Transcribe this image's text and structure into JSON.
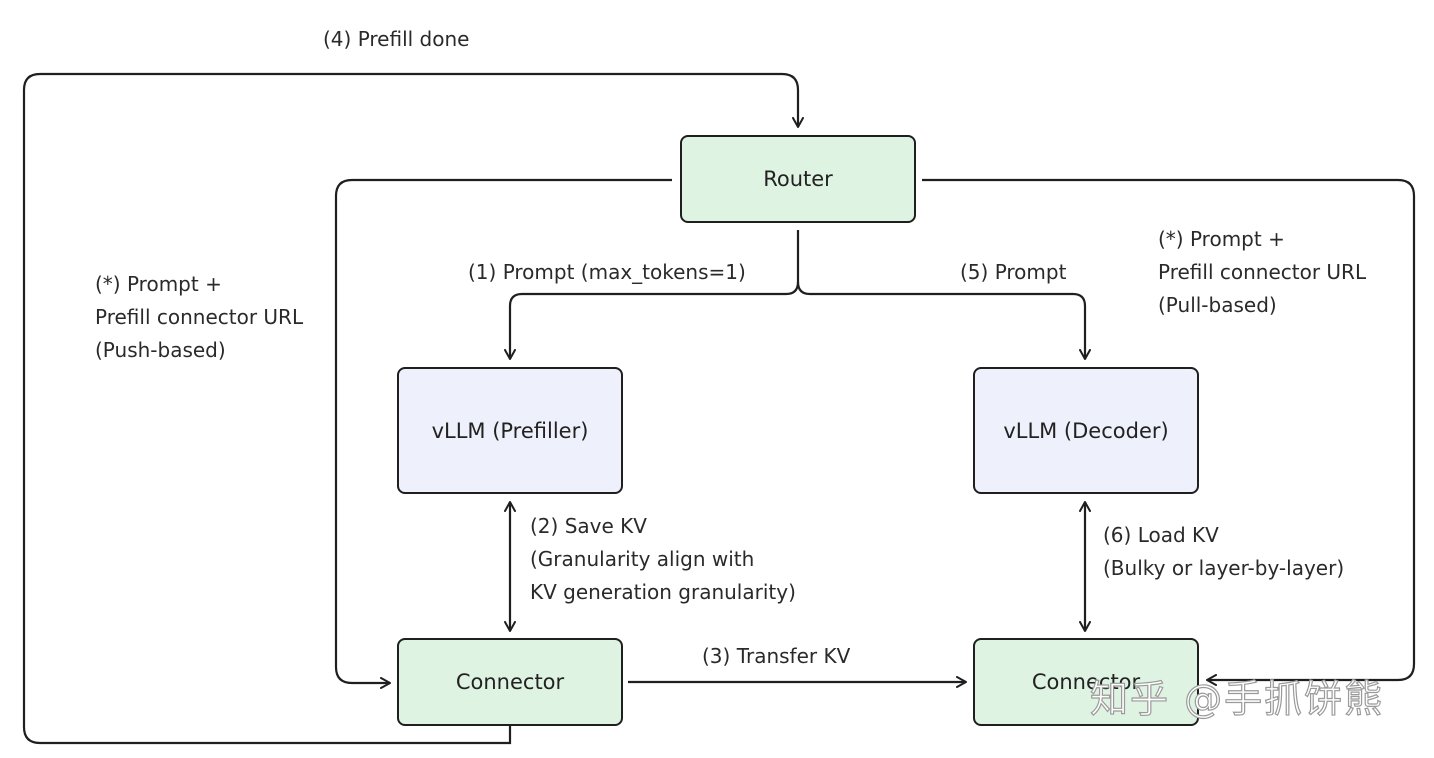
{
  "nodes": {
    "router": "Router",
    "prefiller": "vLLM (Prefiller)",
    "decoder": "vLLM (Decoder)",
    "connector_left": "Connector",
    "connector_right": "Connector"
  },
  "edges": {
    "prefill_done": "(4) Prefill done",
    "prompt_max_tokens": "(1) Prompt (max_tokens=1)",
    "prompt_decoder": "(5) Prompt",
    "transfer_kv": "(3) Transfer KV",
    "save_kv": [
      "(2) Save KV",
      "(Granularity align with",
      "KV generation granularity)"
    ],
    "load_kv": [
      "(6) Load KV",
      "(Bulky or layer-by-layer)"
    ],
    "push_based": [
      "(*) Prompt +",
      "Prefill connector URL",
      "(Push-based)"
    ],
    "pull_based": [
      "(*) Prompt +",
      "Prefill connector URL",
      "(Pull-based)"
    ]
  },
  "watermark": "知乎 @手抓饼熊",
  "colors": {
    "green_box": "#dff3e3",
    "blue_box": "#eef0fb",
    "stroke": "#1f1f1f"
  }
}
